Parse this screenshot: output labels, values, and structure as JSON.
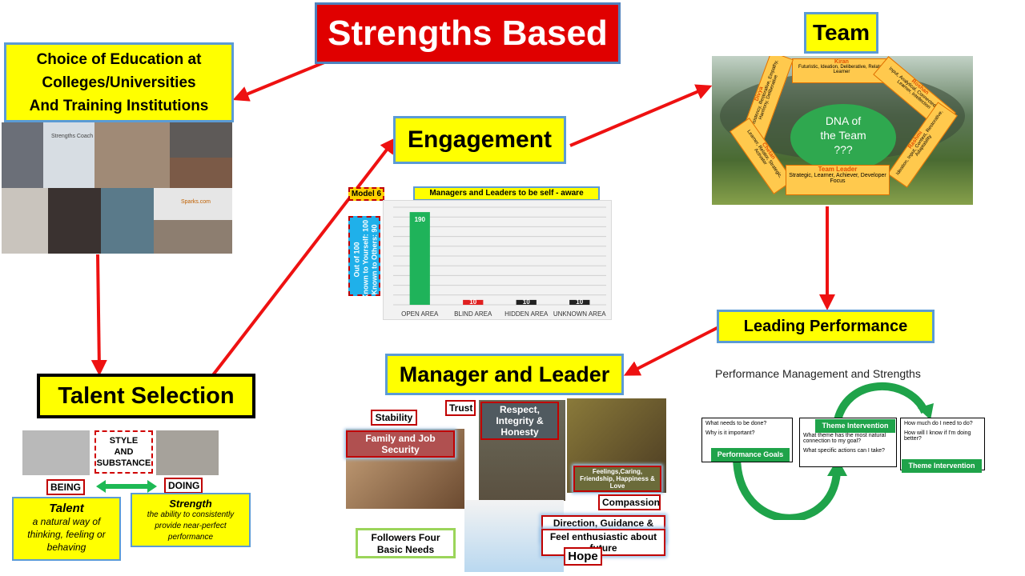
{
  "title": "Strengths Based",
  "education": {
    "line1": "Choice of Education at",
    "line2": "Colleges/Universities",
    "line3": "And Training Institutions",
    "photo_caption": "Strengths Coach",
    "logo_text": "Sparks.com"
  },
  "talent_selection": {
    "title": "Talent Selection",
    "style_line1": "STYLE",
    "style_line2": "AND",
    "style_line3": "SUBSTANCE",
    "being": "BEING",
    "doing": "DOING",
    "talent_title": "Talent",
    "talent_desc": "a natural way of thinking, feeling or behaving",
    "strength_title": "Strength",
    "strength_desc": "the ability to consistently provide near-perfect performance"
  },
  "engagement": {
    "title": "Engagement"
  },
  "chart_data": {
    "type": "bar",
    "title": "Managers and Leaders to be self - aware",
    "model_label": "Model 6",
    "side_label_line1": "Out of 100",
    "side_label_line2": "Known to Yourself: 100",
    "side_label_line3": "Known to Others: 90",
    "categories": [
      "OPEN AREA",
      "BLIND AREA",
      "HIDDEN AREA",
      "UNKNOWN AREA"
    ],
    "values": [
      190,
      10,
      10,
      10
    ],
    "value_labels": [
      "190",
      "10",
      "10",
      "10"
    ],
    "colors": [
      "#1fb35a",
      "#e02020",
      "#222222",
      "#222222"
    ],
    "ylim": [
      0,
      200
    ],
    "grid": true
  },
  "team": {
    "title": "Team",
    "center_line1": "DNA of",
    "center_line2": "the Team",
    "center_line3": "???",
    "kiran_name": "Kiran",
    "kiran_traits": "Futuristic, Ideation, Deliberative, Relator, Learner",
    "roshan_name": "Roshan",
    "roshan_traits": "Input, Analytical, Connectedness, Learner, Intellection",
    "rashmi_name": "Rashmi",
    "rashmi_traits": "Ideation, Input, Context, Restorative, Adaptability",
    "divya_name": "Divya",
    "divya_traits": "Consistency, Restorative, Empathy, Harmony, Deliberative",
    "chetan_name": "Chetan",
    "chetan_traits": "Learner, Relator, Strategic, Activator",
    "leader_name": "Team Leader",
    "leader_traits": "Strategic, Learner, Achiever, Developer",
    "leader_traits2": "Focus"
  },
  "leading_performance": {
    "title": "Leading Performance",
    "subtitle": "Performance Management and Strengths",
    "box1_q1": "What needs to be done?",
    "box1_q2": "Why is it important?",
    "box1_label": "Performance Goals",
    "box2_label": "Theme Intervention",
    "box2_q1": "What theme has the most natural connection to my goal?",
    "box2_q2": "What specific actions can I take?",
    "box3_q1": "How much do I need to do?",
    "box3_q2": "How will I know if I'm doing better?",
    "box3_label": "Theme Intervention"
  },
  "manager_leader": {
    "title": "Manager and Leader",
    "stability": "Stability",
    "family": "Family and Job Security",
    "trust": "Trust",
    "respect": "Respect, Integrity & Honesty",
    "feelings": "Feelings,Caring, Friendship, Happiness & Love",
    "compassion": "Compassion",
    "direction": "Direction, Guidance & faith",
    "enthusiastic": "Feel enthusiastic about future",
    "hope": "Hope",
    "followers": "Followers Four Basic Needs"
  }
}
